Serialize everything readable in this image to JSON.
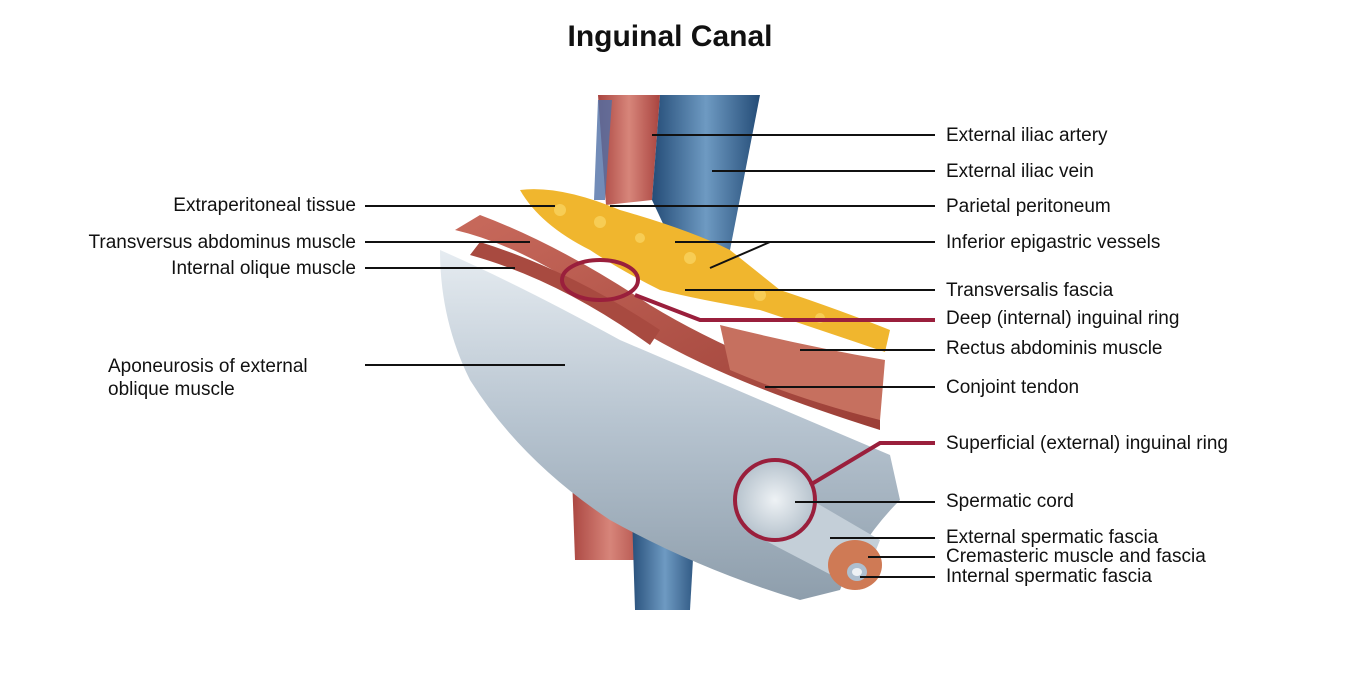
{
  "title": "Inguinal Canal",
  "labels": {
    "external_iliac_artery": "External iliac artery",
    "external_iliac_vein": "External iliac vein",
    "extraperitoneal_tissue": "Extraperitoneal tissue",
    "parietal_peritoneum": "Parietal peritoneum",
    "transversus_abdominus": "Transversus abdominus muscle",
    "inferior_epigastric": "Inferior epigastric vessels",
    "internal_olique": "Internal olique muscle",
    "transversalis_fascia": "Transversalis fascia",
    "deep_ring": "Deep (internal) inguinal ring",
    "aponeurosis": "Aponeurosis of external oblique muscle",
    "rectus_abdominis": "Rectus abdominis muscle",
    "conjoint_tendon": "Conjoint tendon",
    "superficial_ring": "Superficial (external) inguinal ring",
    "spermatic_cord": "Spermatic cord",
    "external_spermatic_fascia": "External spermatic fascia",
    "cremasteric": "Cremasteric muscle and fascia",
    "internal_spermatic_fascia": "Internal spermatic fascia"
  },
  "colors": {
    "artery": "#c8665f",
    "vein": "#3d6f9e",
    "fat": "#f0b62e",
    "muscle": "#b9564a",
    "aponeurosis": "#c9d3dc",
    "ring_highlight": "#9a1f3c",
    "leader_line": "#111111"
  }
}
